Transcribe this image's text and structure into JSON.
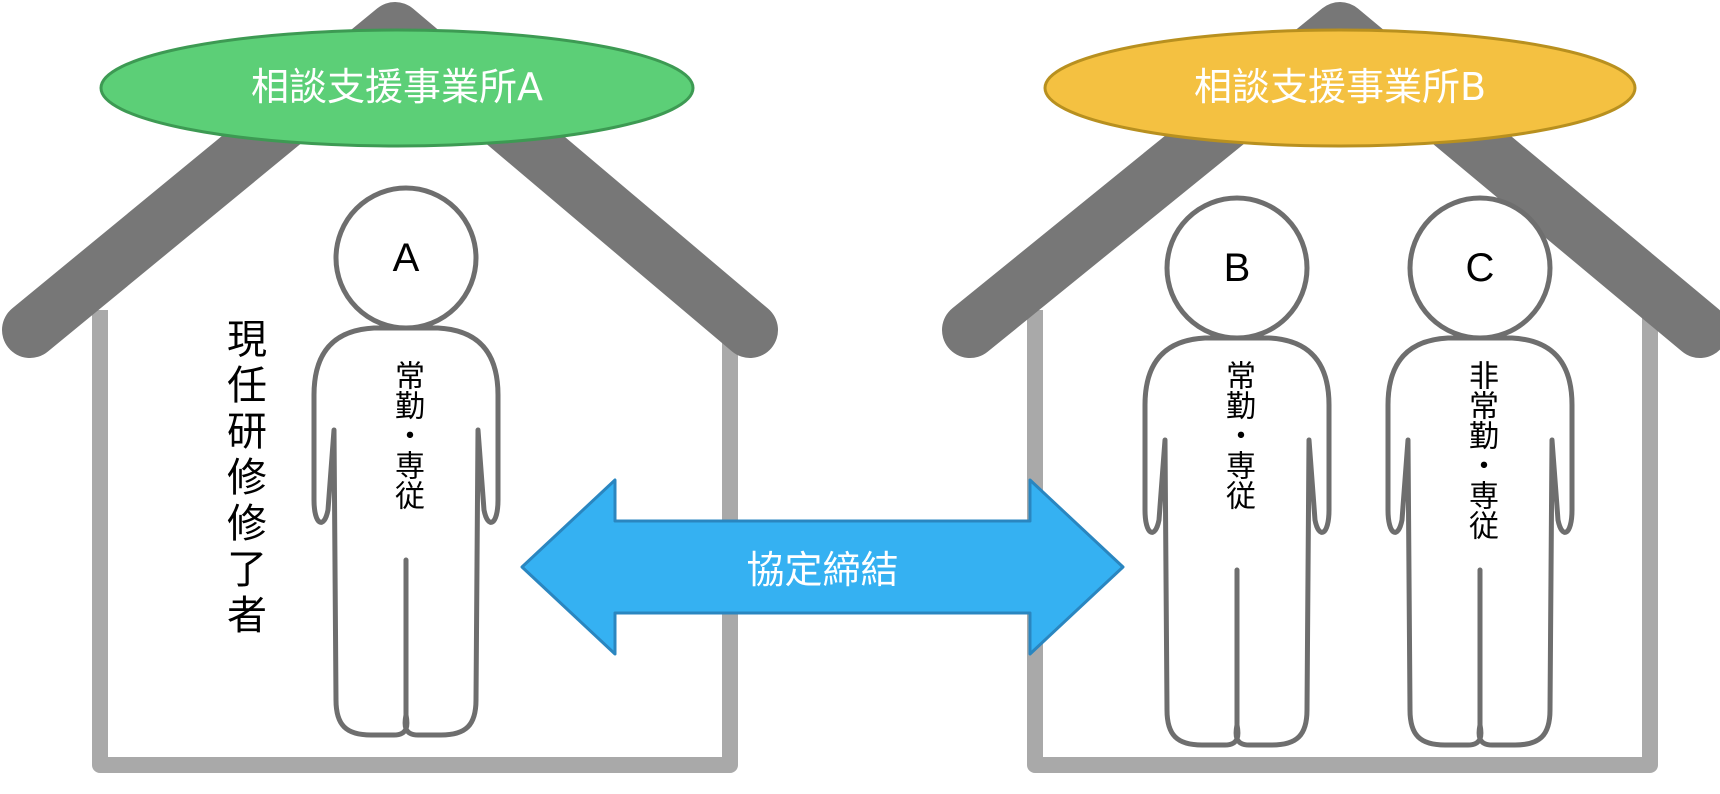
{
  "offices": [
    {
      "name": "相談支援事業所A",
      "color": "#5ccf77",
      "border": "#3d9a53"
    },
    {
      "name": "相談支援事業所B",
      "color": "#f4c141",
      "border": "#b8901f"
    }
  ],
  "persons": [
    {
      "letter": "A",
      "role": "常勤・専従"
    },
    {
      "letter": "B",
      "role": "常勤・専従"
    },
    {
      "letter": "C",
      "role": "非常勤・専従"
    }
  ],
  "annotation": "現任研修修了者",
  "agreement": {
    "label": "協定締結",
    "color": "#35b1f2",
    "border": "#2a86c0"
  }
}
